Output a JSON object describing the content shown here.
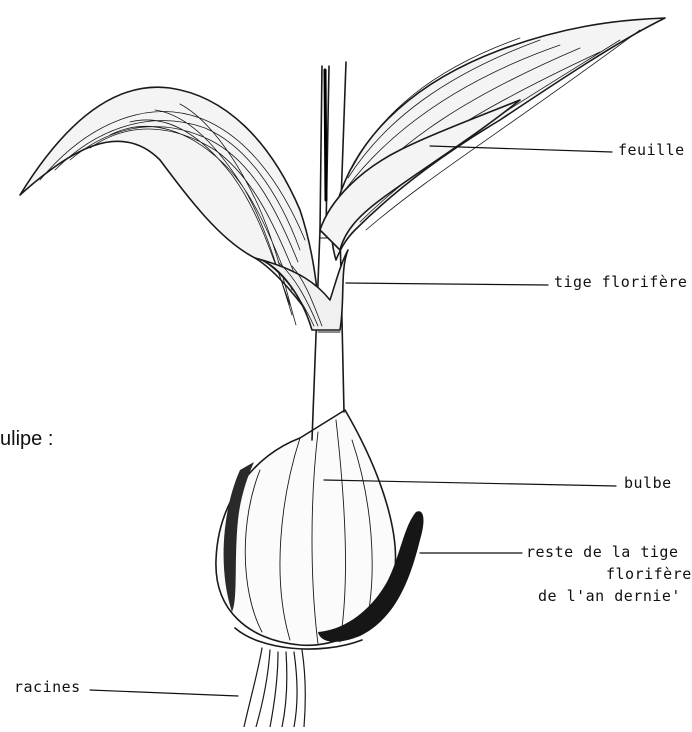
{
  "heading": "ulipe :",
  "labels": {
    "feuille": "feuille",
    "tige": "tige florifère",
    "bulbe": "bulbe",
    "reste_line1": "reste de la tige",
    "reste_line2": "florifère",
    "reste_line3": "de l'an dernie'",
    "racines": "racines"
  },
  "colors": {
    "ink": "#111111",
    "paper": "#ffffff"
  }
}
